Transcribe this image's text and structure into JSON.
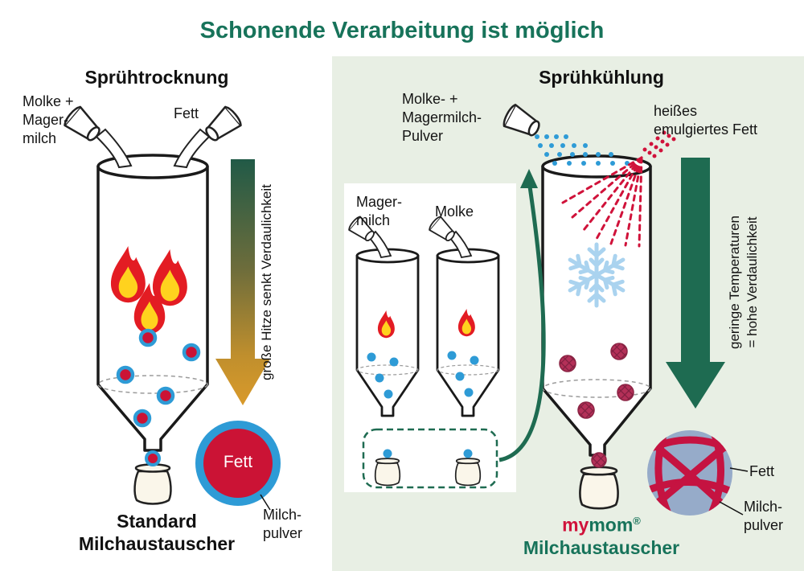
{
  "title": "Schonende Verarbeitung ist möglich",
  "colors": {
    "title_green": "#17735a",
    "panel_green": "#e8efe4",
    "arrow_green": "#1e6b51",
    "heat_orange": "#d99a2b",
    "crimson": "#c51341",
    "blue": "#2e9bd6",
    "snow_blue": "#aad3ef",
    "flame_red": "#e31c23",
    "flame_yellow": "#ffd21e"
  },
  "left": {
    "heading": "Sprühtrocknung",
    "feed_label_lines": [
      "Molke +",
      "Mager-",
      "milch"
    ],
    "fat_label": "Fett",
    "arrow_label": "große Hitze senkt Verdaulichkeit",
    "drop_core_label": "Fett",
    "powder_label_lines": [
      "Milch-",
      "pulver"
    ],
    "caption_lines": [
      "Standard",
      "Milchaustauscher"
    ]
  },
  "right": {
    "heading": "Sprühkühlung",
    "powder_feed_lines": [
      "Molke- +",
      "Magermilch-",
      "Pulver"
    ],
    "fat_feed_lines": [
      "heißes",
      "emulgiertes Fett"
    ],
    "arrow_label_lines": [
      "geringe Temperaturen",
      "= hohe Verdaulichkeit"
    ],
    "inner_labels": {
      "magermilch_lines": [
        "Mager-",
        "milch"
      ],
      "molke": "Molke"
    },
    "fat_label": "Fett",
    "powder_label_lines": [
      "Milch-",
      "pulver"
    ],
    "brand": {
      "my": "my",
      "mom": "mom",
      "reg": "®"
    },
    "caption": "Milchaustauscher"
  }
}
